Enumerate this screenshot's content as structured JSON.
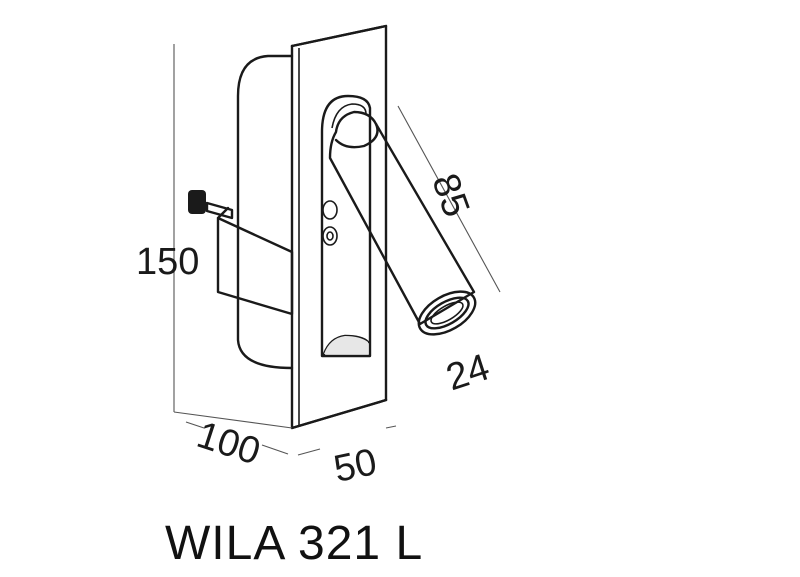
{
  "product": {
    "model_name": "WILA 321 L"
  },
  "dimensions": {
    "height": "150",
    "depth": "100",
    "width": "50",
    "arm_length": "85",
    "head_diameter": "24"
  },
  "colors": {
    "line": "#1a1a1a",
    "dimension_line": "#555555",
    "background": "#ffffff"
  }
}
